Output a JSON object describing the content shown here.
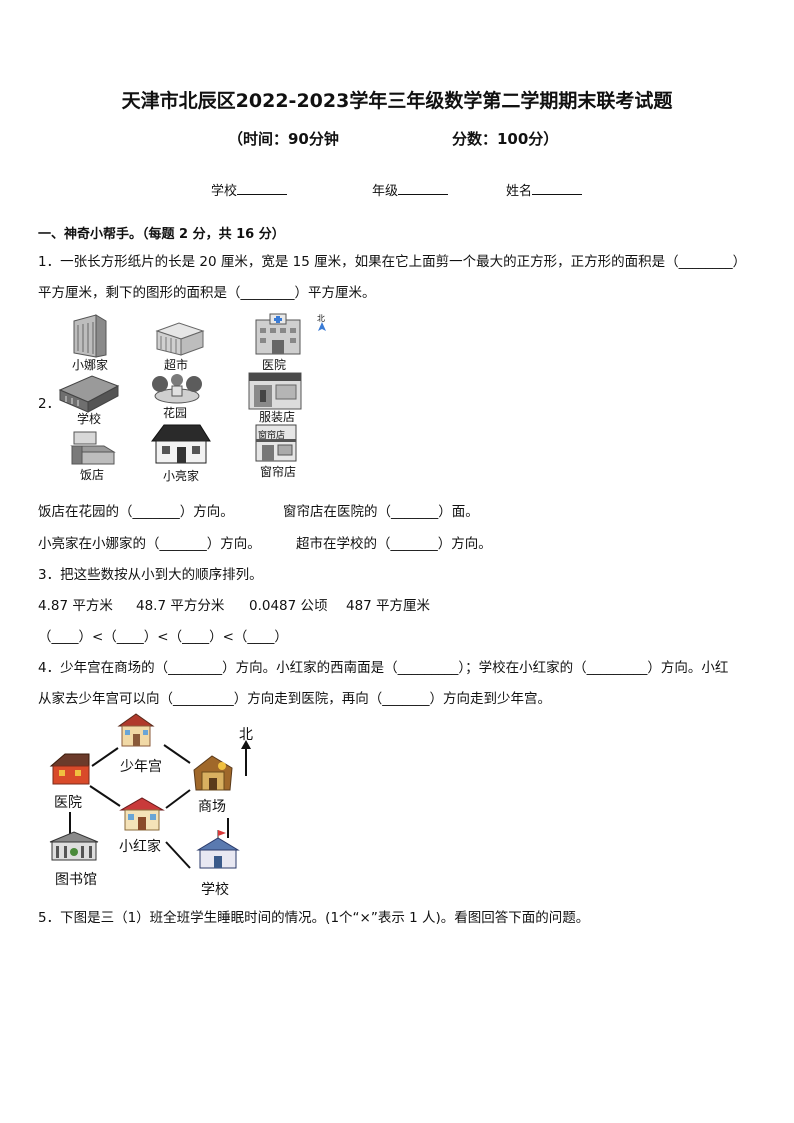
{
  "header": {
    "title": "天津市北辰区2022-2023学年三年级数学第二学期期末联考试题",
    "time": "（时间：90分钟",
    "score": "分数：100分）",
    "school_label": "学校",
    "grade_label": "年级",
    "name_label": "姓名"
  },
  "section1": {
    "heading": "一、神奇小帮手。（每题 2 分，共 16 分）"
  },
  "q1": {
    "line1": "1．一张长方形纸片的长是 20 厘米，宽是 15 厘米，如果在它上面剪一个最大的正方形，正方形的面积是（________）",
    "line2": "平方厘米，剩下的图形的面积是（________）平方厘米。"
  },
  "q2": {
    "number": "2．",
    "north": "北",
    "places": {
      "xiaona": "小娜家",
      "chaoshi": "超市",
      "yiyuan": "医院",
      "xuexiao": "学校",
      "huayuan": "花园",
      "fuzhuang": "服装店",
      "fandian": "饭店",
      "xiaoliang": "小亮家",
      "shop": "窗帘店",
      "shop_sign": "窗帘店"
    },
    "line1a": "饭店在花园的（_______）方向。",
    "line1b": "窗帘店在医院的（_______）面。",
    "line2a": "小亮家在小娜家的（_______）方向。",
    "line2b": "超市在学校的（_______）方向。"
  },
  "q3": {
    "line1": "3．把这些数按从小到大的顺序排列。",
    "values": [
      "4.87 平方米",
      "48.7 平方分米",
      "0.0487 公顷",
      "487 平方厘米"
    ],
    "blanks": "（____）<（____）<（____）<（____）"
  },
  "q4": {
    "line1": "4．少年宫在商场的（________）方向。小红家的西南面是（_________）；学校在小红家的（_________）方向。小红",
    "line2": "从家去少年宫可以向（_________）方向走到医院，再向（_______）方向走到少年宫。",
    "north": "北",
    "places": {
      "shaonian": "少年宫",
      "yiyuan": "医院",
      "shangchang": "商场",
      "xiaohong": "小红家",
      "library": "图书馆",
      "school": "学校"
    }
  },
  "q5": {
    "line1": "5．下图是三（1）班全班学生睡眠时间的情况。(1个“×”表示 1 人)。看图回答下面的问题。"
  },
  "colors": {
    "text": "#111111",
    "house_red": "#c0392b",
    "roof_dark": "#5a3a2a",
    "building_gray": "#9a9a9a"
  }
}
